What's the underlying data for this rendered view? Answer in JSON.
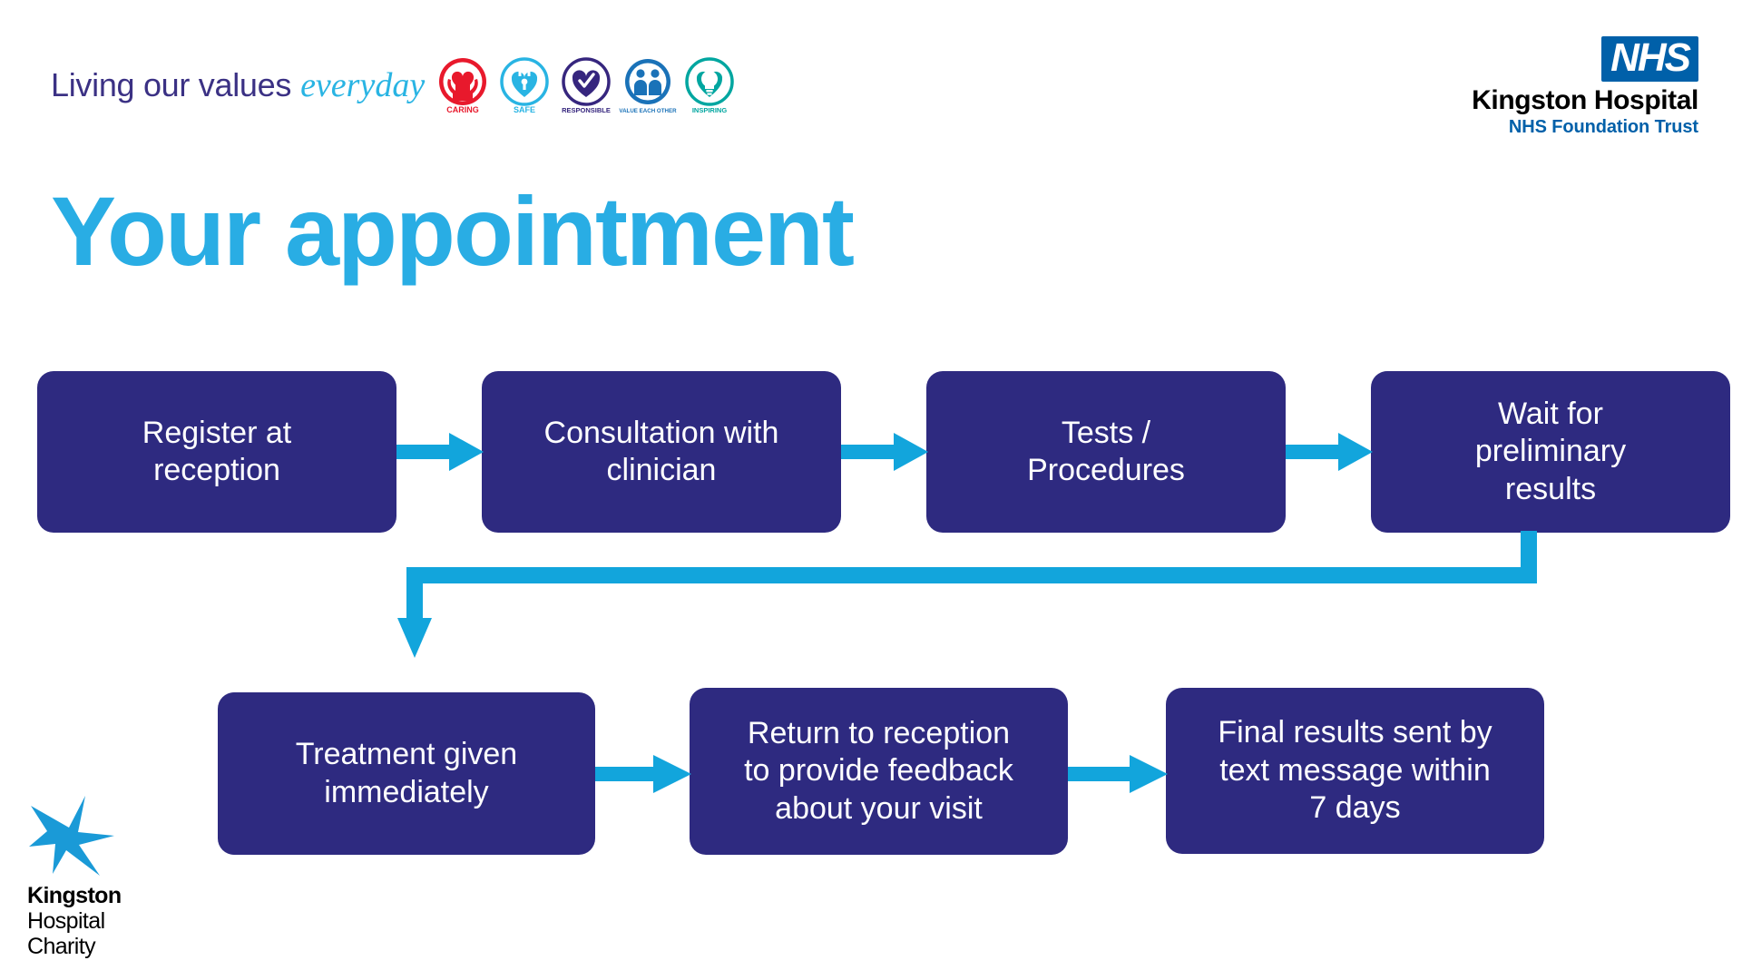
{
  "header": {
    "values_strapline": {
      "text_plain": "Living our values",
      "text_script": "everyday",
      "badges": [
        {
          "icon": "caring-hands-heart-icon",
          "label": "CARING",
          "color": "#e8192c"
        },
        {
          "icon": "padlock-heart-icon",
          "label": "SAFE",
          "color": "#29b4e3"
        },
        {
          "icon": "heart-tick-icon",
          "label": "RESPONSIBLE",
          "color": "#36267e"
        },
        {
          "icon": "two-people-icon",
          "label": "VALUE EACH OTHER",
          "color": "#1a72b8"
        },
        {
          "icon": "lightbulb-icon",
          "label": "INSPIRING",
          "color": "#00a6a0"
        }
      ]
    },
    "nhs_logo": {
      "mark": "NHS",
      "trust_name": "Kingston Hospital",
      "trust_sub": "NHS Foundation Trust",
      "nhs_blue": "#0060a9"
    }
  },
  "title": "Your appointment",
  "theme": {
    "box_fill": "#2e2a80",
    "arrow_cyan": "#12a5dc",
    "title_cyan": "#29ade4",
    "background": "#ffffff"
  },
  "flow": {
    "row1": [
      {
        "id": "register",
        "label": "Register at\nreception"
      },
      {
        "id": "consultation",
        "label": "Consultation with\nclinician"
      },
      {
        "id": "tests",
        "label": "Tests /\nProcedures"
      },
      {
        "id": "wait",
        "label": "Wait for\npreliminary\nresults"
      }
    ],
    "row2": [
      {
        "id": "treatment",
        "label": "Treatment given\nimmediately"
      },
      {
        "id": "return",
        "label": "Return to reception\nto provide feedback\nabout your visit"
      },
      {
        "id": "final",
        "label": "Final results sent by\ntext message within\n7 days"
      }
    ],
    "connectors": [
      {
        "id": "arrow-1",
        "from": "register",
        "to": "consultation",
        "direction": "right"
      },
      {
        "id": "arrow-2",
        "from": "consultation",
        "to": "tests",
        "direction": "right"
      },
      {
        "id": "arrow-3",
        "from": "tests",
        "to": "wait",
        "direction": "right"
      },
      {
        "id": "elbow",
        "from": "wait",
        "to": "treatment",
        "direction": "down-left-down"
      },
      {
        "id": "arrow-4",
        "from": "treatment",
        "to": "return",
        "direction": "right"
      },
      {
        "id": "arrow-5",
        "from": "return",
        "to": "final",
        "direction": "right"
      }
    ]
  },
  "charity_logo": {
    "mark": "kingston-star-icon",
    "line1": "Kingston",
    "line2": "Hospital",
    "line3": "Charity",
    "mark_color": "#1a9ad7"
  }
}
